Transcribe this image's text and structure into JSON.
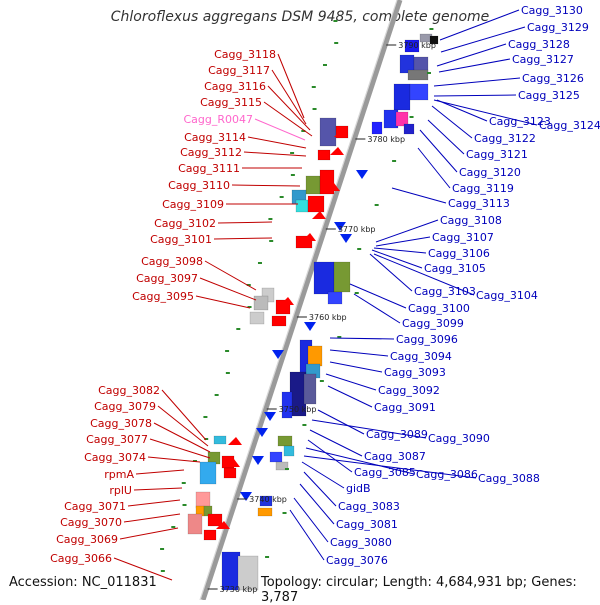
{
  "title": "Chloroflexus aggregans DSM 9485, complete genome",
  "accession": "Accession: NC_011831",
  "topology": "Topology: circular; Length: 4,684,931 bp; Genes: 3,787",
  "colors": {
    "forward_label": "#c00000",
    "reverse_label": "#0000bb",
    "rna_label": "#ff66cc",
    "backbone": "#888888",
    "marker": "#2a8a2a",
    "forward_gene": "#ff0000",
    "reverse_gene": "#0022ee"
  },
  "scale": {
    "ticks": [
      "3790 kbp",
      "3780 kbp",
      "3770 kbp",
      "3760 kbp",
      "3750 kbp",
      "3740 kbp",
      "3730 kbp"
    ]
  },
  "forward_labels": [
    "Cagg_3118",
    "Cagg_3117",
    "Cagg_3116",
    "Cagg_3115",
    "Cagg_R0047",
    "Cagg_3114",
    "Cagg_3112",
    "Cagg_3111",
    "Cagg_3110",
    "Cagg_3109",
    "Cagg_3102",
    "Cagg_3101",
    "Cagg_3098",
    "Cagg_3097",
    "Cagg_3095",
    "Cagg_3082",
    "Cagg_3079",
    "Cagg_3078",
    "Cagg_3077",
    "Cagg_3074",
    "rpmA",
    "rplU",
    "Cagg_3071",
    "Cagg_3070",
    "Cagg_3069",
    "Cagg_3066"
  ],
  "reverse_labels": [
    "Cagg_3130",
    "Cagg_3129",
    "Cagg_3128",
    "Cagg_3127",
    "Cagg_3126",
    "Cagg_3125",
    "Cagg_3123",
    "Cagg_3124",
    "Cagg_3122",
    "Cagg_3121",
    "Cagg_3120",
    "Cagg_3119",
    "Cagg_3113",
    "Cagg_3108",
    "Cagg_3107",
    "Cagg_3106",
    "Cagg_3105",
    "Cagg_3103",
    "Cagg_3104",
    "Cagg_3100",
    "Cagg_3099",
    "Cagg_3096",
    "Cagg_3094",
    "Cagg_3093",
    "Cagg_3092",
    "Cagg_3091",
    "Cagg_3089",
    "Cagg_3090",
    "Cagg_3087",
    "Cagg_3085",
    "Cagg_3086",
    "Cagg_3088",
    "gidB",
    "Cagg_3083",
    "Cagg_3081",
    "Cagg_3080",
    "Cagg_3076"
  ]
}
